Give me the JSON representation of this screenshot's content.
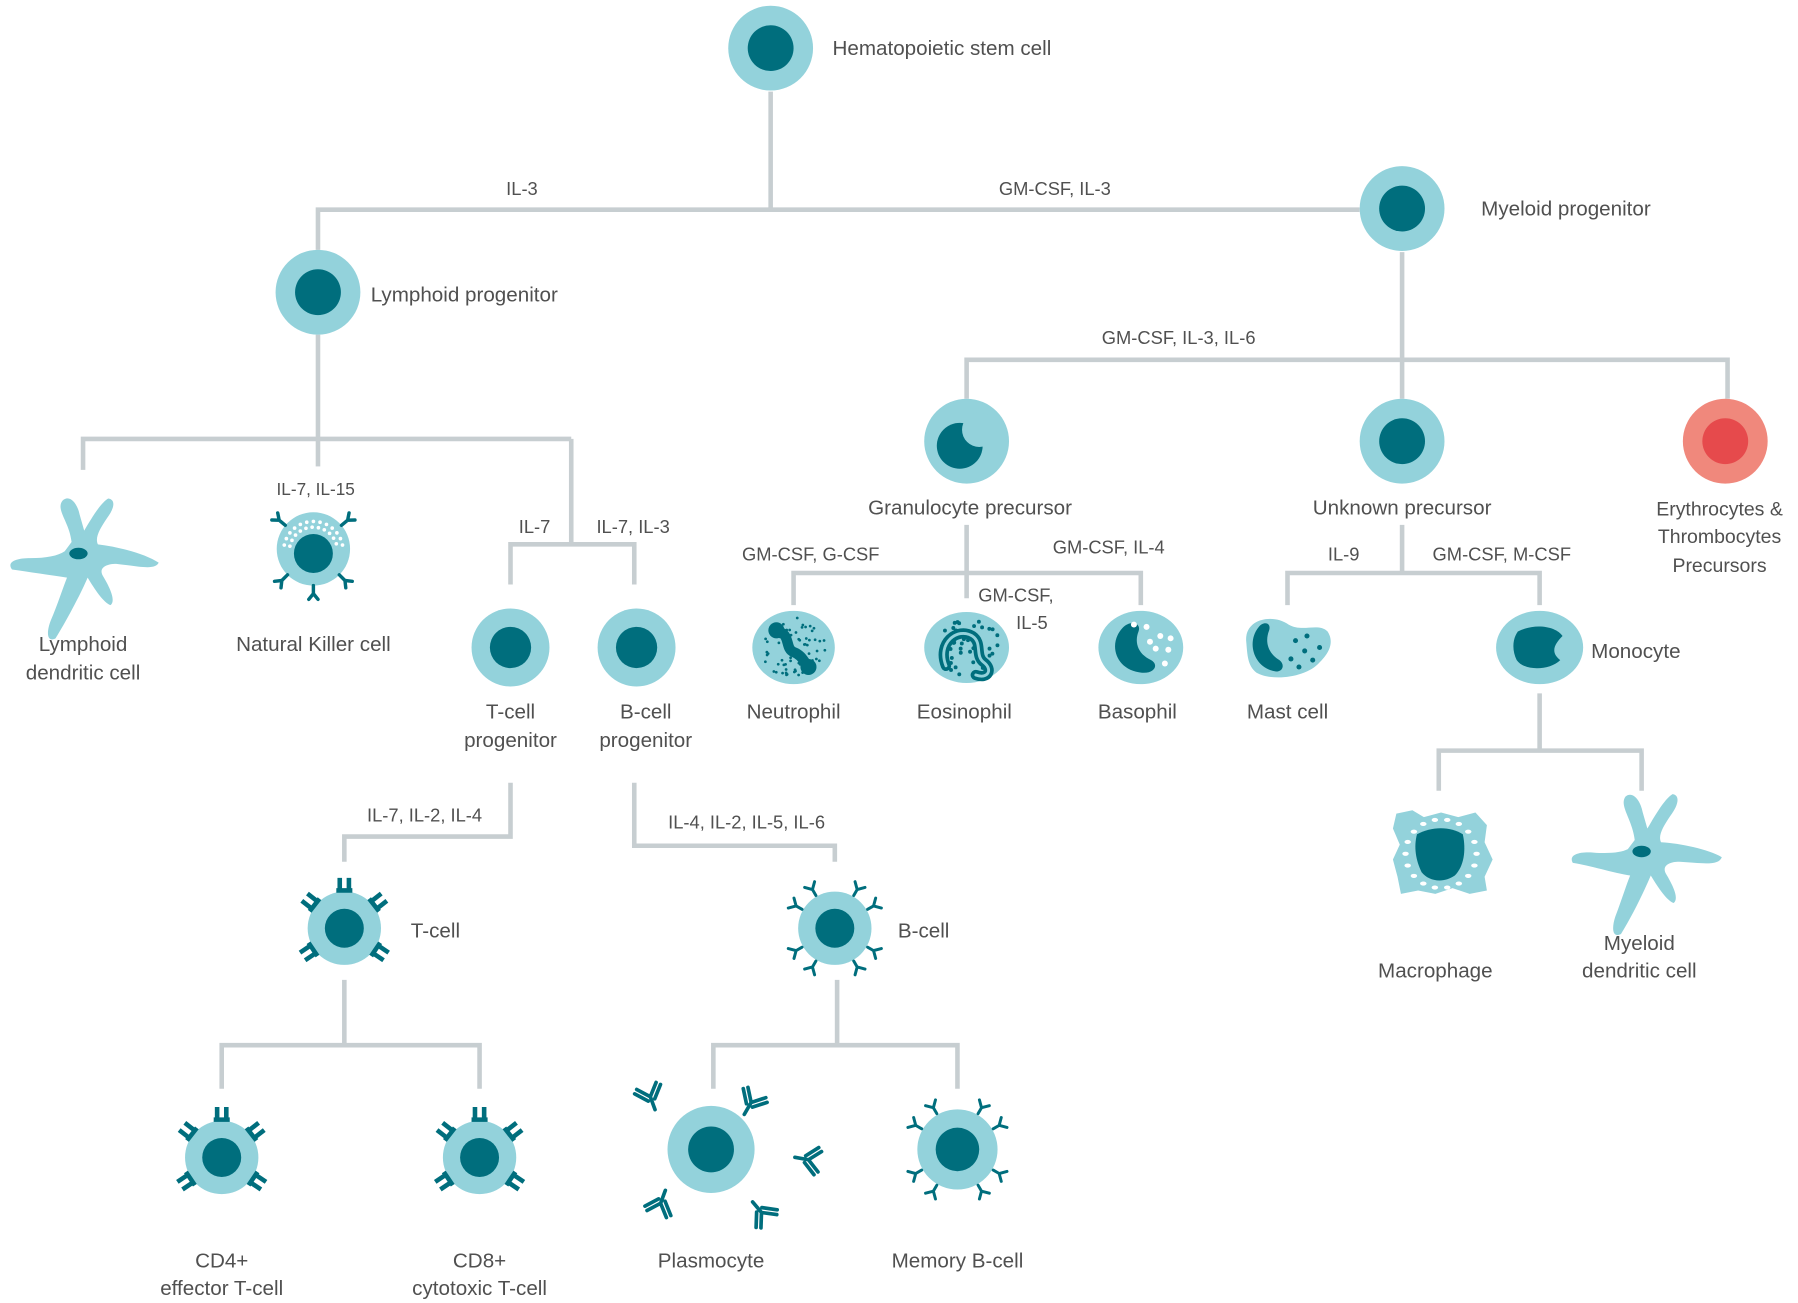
{
  "colors": {
    "cell": "#93D2DB",
    "nucleus": "#006E7D",
    "line": "#C7CED1",
    "erythroid_cell": "#F0887C",
    "erythroid_nucleus": "#E64A4C",
    "text": "#505050"
  },
  "cells": {
    "hematopoietic_stem_cell": "Hematopoietic stem cell",
    "myeloid_progenitor": "Myeloid progenitor",
    "lymphoid_progenitor": "Lymphoid progenitor",
    "lymphoid_dendritic_cell": [
      "Lymphoid",
      "dendritic cell"
    ],
    "natural_killer_cell": "Natural Killer cell",
    "t_cell_progenitor": [
      "T-cell",
      "progenitor"
    ],
    "b_cell_progenitor": [
      "B-cell",
      "progenitor"
    ],
    "t_cell": "T-cell",
    "b_cell": "B-cell",
    "cd4_effector_t_cell": [
      "CD4+",
      "effector T-cell"
    ],
    "cd8_cytotoxic_t_cell": [
      "CD8+",
      "cytotoxic T-cell"
    ],
    "plasmocyte": "Plasmocyte",
    "memory_b_cell": "Memory B-cell",
    "granulocyte_precursor": "Granulocyte precursor",
    "unknown_precursor": "Unknown precursor",
    "erythrocytes_thrombocytes_precursors": [
      "Erythrocytes &",
      "Thrombocytes",
      "Precursors"
    ],
    "neutrophil": "Neutrophil",
    "eosinophil": "Eosinophil",
    "basophil": "Basophil",
    "mast_cell": "Mast cell",
    "monocyte": "Monocyte",
    "macrophage": "Macrophage",
    "myeloid_dendritic_cell": [
      "Myeloid",
      "dendritic cell"
    ]
  },
  "cytokines": {
    "to_lymphoid": "IL-3",
    "to_myeloid": "GM-CSF, IL-3",
    "to_natural_killer": "IL-7, IL-15",
    "to_t_cell_progenitor": "IL-7",
    "to_b_cell_progenitor": "IL-7, IL-3",
    "to_t_cell": "IL-7, IL-2, IL-4",
    "to_b_cell": "IL-4, IL-2, IL-5, IL-6",
    "myeloid_split": "GM-CSF, IL-3, IL-6",
    "to_neutrophil": "GM-CSF, G-CSF",
    "to_eosinophil": [
      "GM-CSF,",
      "IL-5"
    ],
    "to_basophil": "GM-CSF, IL-4",
    "to_mast_cell": "IL-9",
    "to_monocyte": "GM-CSF, M-CSF"
  }
}
